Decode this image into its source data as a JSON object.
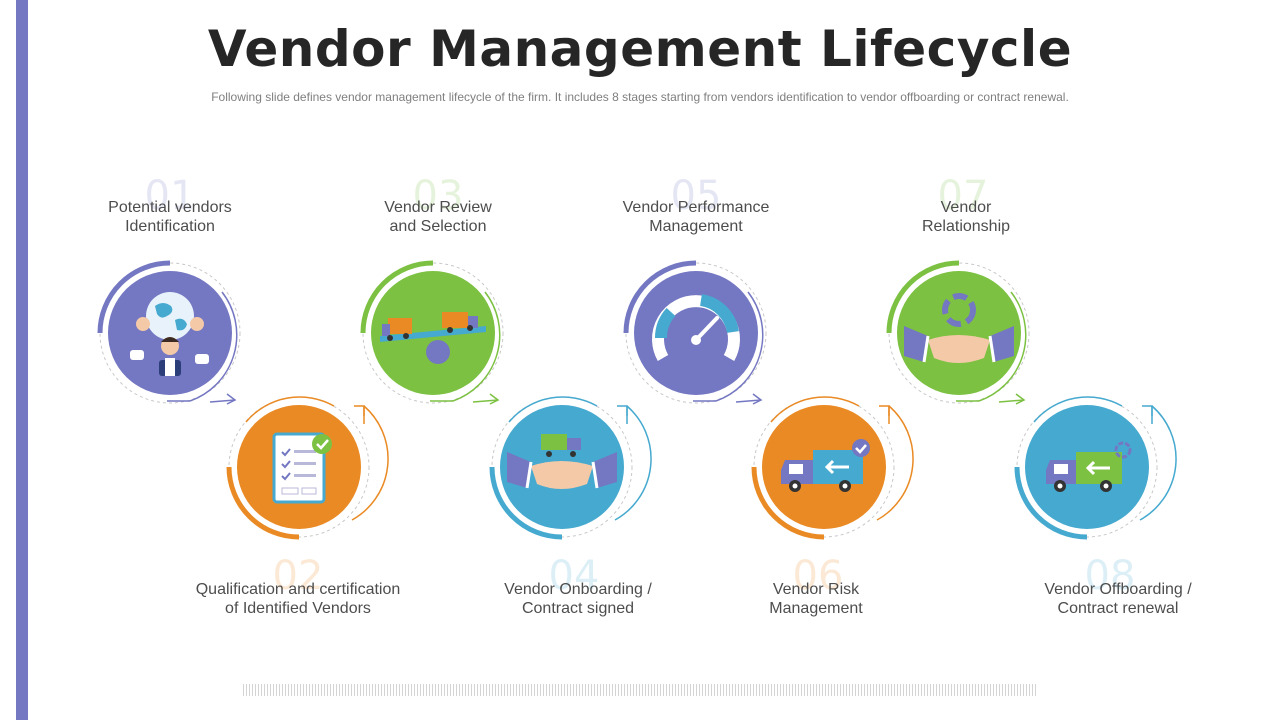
{
  "title": "Vendor Management Lifecycle",
  "subtitle": "Following slide defines vendor  management  lifecycle of the firm.  It includes 8 stages starting from vendors  identification to vendor  offboarding  or contract renewal.",
  "colors": {
    "purple": "#7477c2",
    "green": "#7cc142",
    "orange": "#ea8a24",
    "blue": "#46a9cf",
    "accent_bar": "#7477c2"
  },
  "stages": [
    {
      "number": "01",
      "line1": "Potential vendors",
      "line2": "Identification",
      "color": "#7477c2",
      "icon": "globe-business-icon"
    },
    {
      "number": "02",
      "line1": "Qualification and certification",
      "line2": "of Identified Vendors",
      "color": "#ea8a24",
      "icon": "checklist-icon"
    },
    {
      "number": "03",
      "line1": "Vendor Review",
      "line2": "and Selection",
      "color": "#7cc142",
      "icon": "scale-trucks-icon"
    },
    {
      "number": "04",
      "line1": "Vendor Onboarding /",
      "line2": "Contract signed",
      "color": "#46a9cf",
      "icon": "handshake-truck-icon"
    },
    {
      "number": "05",
      "line1": "Vendor Performance",
      "line2": "Management",
      "color": "#7477c2",
      "icon": "speedometer-icon"
    },
    {
      "number": "06",
      "line1": "Vendor Risk",
      "line2": "Management",
      "color": "#ea8a24",
      "icon": "delivery-truck-icon"
    },
    {
      "number": "07",
      "line1": "Vendor",
      "line2": "Relationship",
      "color": "#7cc142",
      "icon": "handshake-icon"
    },
    {
      "number": "08",
      "line1": "Vendor Offboarding /",
      "line2": "Contract renewal",
      "color": "#46a9cf",
      "icon": "offboarding-truck-icon"
    }
  ]
}
